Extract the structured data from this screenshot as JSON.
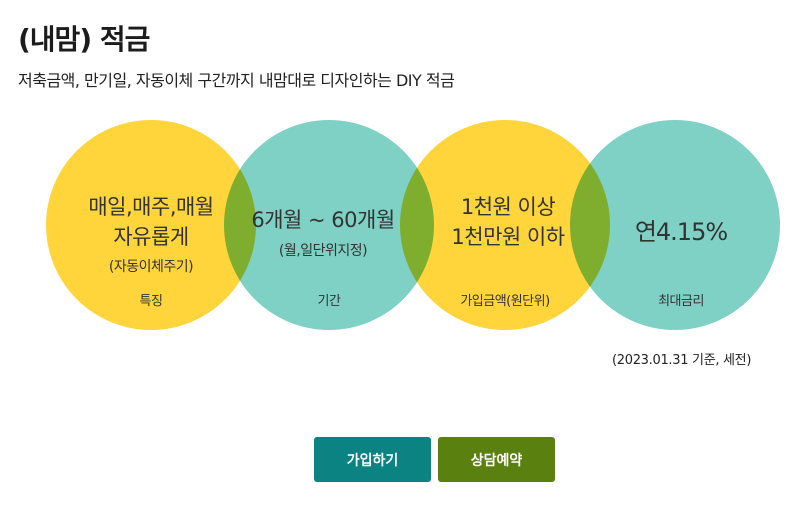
{
  "title": "(내맘) 적금",
  "subtitle": "저축금액, 만기일, 자동이체 구간까지 내맘대로 디자인하는 DIY 적금",
  "colors": {
    "yellow": "#ffd53b",
    "teal": "#7fd0c5",
    "join": "#0a8382",
    "consult": "#5a800f"
  },
  "features": [
    {
      "line1": "매일,매주,매월",
      "line2": "자유롭게",
      "sub": "(자동이체주기)",
      "caption": "특징"
    },
    {
      "line1": "6개월 ~ 60개월",
      "sub": "(월,일단위지정)",
      "caption": "기간"
    },
    {
      "line1": "1천원 이상",
      "line2": "1천만원 이하",
      "caption": "가입금액(원단위)"
    },
    {
      "line1": "연4.15%",
      "caption": "최대금리"
    }
  ],
  "note": "(2023.01.31 기준, 세전)",
  "buttons": {
    "join": "가입하기",
    "consult": "상담예약"
  }
}
